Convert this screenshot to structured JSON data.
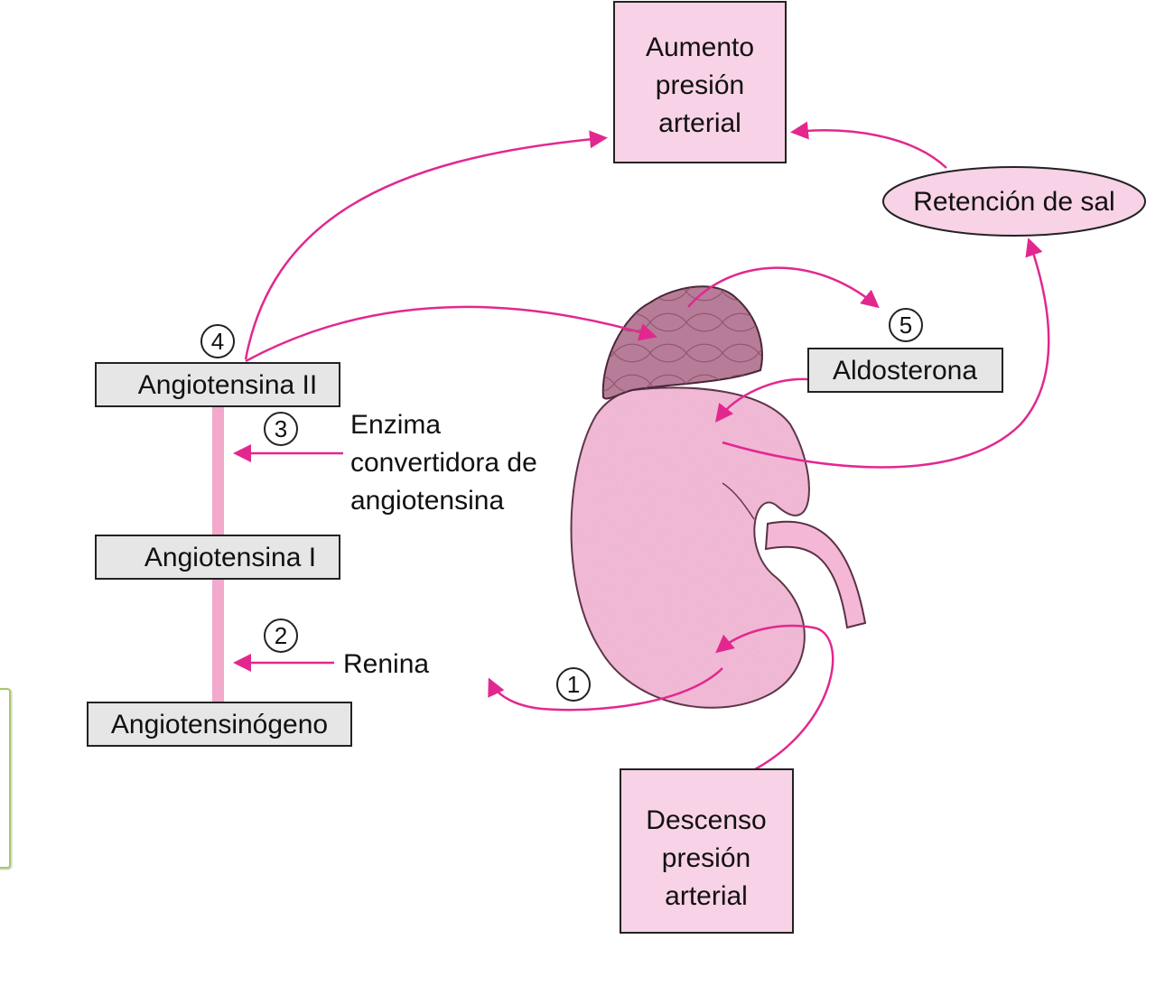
{
  "colors": {
    "arrow": "#e2288f",
    "box_pink": "#f8d2e6",
    "box_gray": "#e6e6e6",
    "kidney": "#f4b8d6",
    "adrenal": "#b77d98",
    "cascade_bar": "#f3a9cc"
  },
  "boxes": {
    "aumento": [
      "Aumento",
      "presión",
      "arterial"
    ],
    "descenso": [
      "Descenso",
      "presión",
      "arterial"
    ],
    "retencion": "Retención de sal",
    "aldosterona": "Aldosterona",
    "angiotensina_ii": "Angiotensina II",
    "angiotensina_i": "Angiotensina I",
    "angiotensinogeno": "Angiotensinógeno"
  },
  "labels": {
    "enzima": [
      "Enzima",
      "convertidora de",
      "angiotensina"
    ],
    "renina": "Renina"
  },
  "steps": [
    "1",
    "2",
    "3",
    "4",
    "5"
  ],
  "icons": {
    "kidney": "kidney-icon",
    "adrenal": "adrenal-gland-icon"
  }
}
